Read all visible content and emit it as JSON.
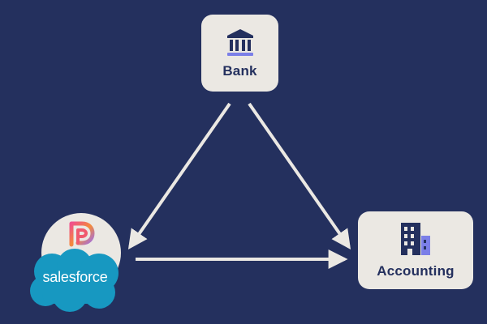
{
  "nodes": {
    "bank": {
      "label": "Bank",
      "icon": "bank-building-icon"
    },
    "accounting": {
      "label": "Accounting",
      "icon": "office-building-icon"
    },
    "crm": {
      "brand": "salesforce",
      "logo_icon": "pd-logo-icon"
    }
  },
  "edges": [
    {
      "from": "bank",
      "to": "crm"
    },
    {
      "from": "bank",
      "to": "accounting"
    },
    {
      "from": "crm",
      "to": "accounting"
    }
  ],
  "colors": {
    "background": "#24305e",
    "card": "#ebe8e3",
    "arrow": "#ebe8e3",
    "icon_primary": "#24305e",
    "icon_accent": "#7b7fe8",
    "salesforce_blue": "#1798c1"
  }
}
